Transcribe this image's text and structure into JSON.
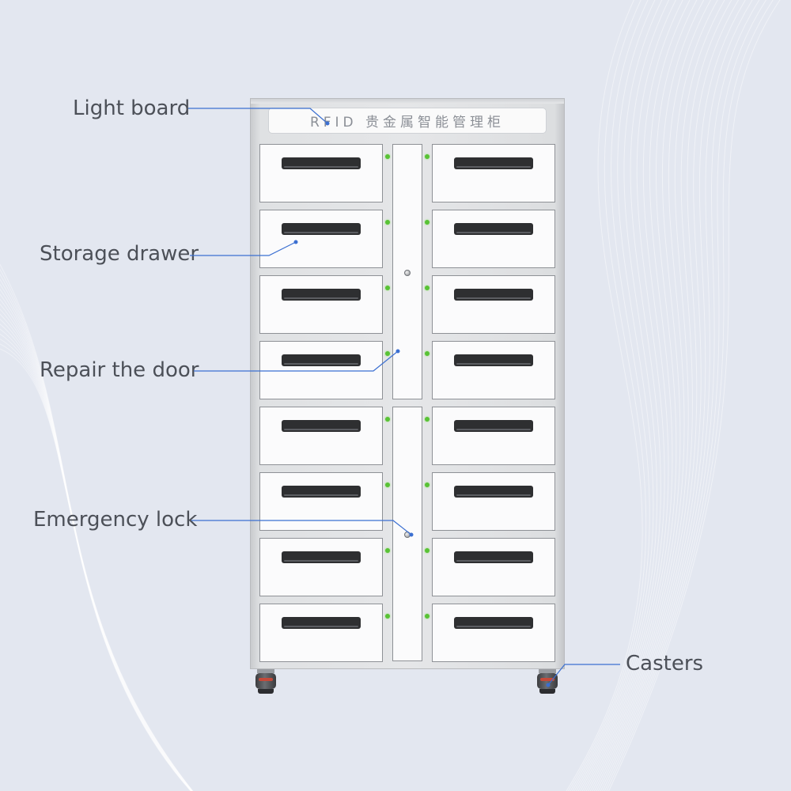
{
  "labels": {
    "light_board": "Light board",
    "storage_drawer": "Storage drawer",
    "repair_door": "Repair the door",
    "emergency_lock": "Emergency lock",
    "casters": "Casters"
  },
  "cabinet": {
    "light_panel_text": "RFID 贵金属智能管理柜",
    "drawer_rows": 8,
    "drawer_columns": 2,
    "maintenance_doors": 2
  },
  "colors": {
    "background": "#e3e7f0",
    "leader_line": "#3b6fd1",
    "indicator_led": "#59c236",
    "label_text": "#4c5058"
  }
}
